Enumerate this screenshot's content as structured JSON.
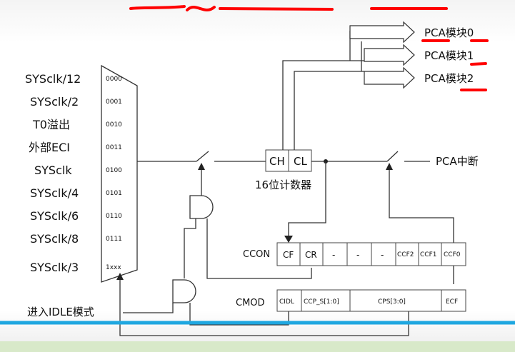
{
  "mux": {
    "inputs": [
      {
        "label": "SYSclk/12",
        "code": "0000"
      },
      {
        "label": "SYSclk/2",
        "code": "0001"
      },
      {
        "label": "T0溢出",
        "code": "0010"
      },
      {
        "label": "外部ECI",
        "code": "0011"
      },
      {
        "label": "SYSclk",
        "code": "0100"
      },
      {
        "label": "SYSclk/4",
        "code": "0101"
      },
      {
        "label": "SYSclk/6",
        "code": "0110"
      },
      {
        "label": "SYSclk/8",
        "code": "0111"
      },
      {
        "label": "SYSclk/3",
        "code": "1xxx"
      }
    ]
  },
  "counter": {
    "ch": "CH",
    "cl": "CL",
    "caption": "16位计数器"
  },
  "outputs": {
    "modules": [
      "PCA模块0",
      "PCA模块1",
      "PCA模块2"
    ],
    "interrupt": "PCA中断"
  },
  "ccon": {
    "name": "CCON",
    "bits": [
      "CF",
      "CR",
      "-",
      "-",
      "-",
      "CCF2",
      "CCF1",
      "CCF0"
    ]
  },
  "cmod": {
    "name": "CMOD",
    "bits": [
      "CIDL",
      "CCP_S[1:0]",
      "CPS[3:0]",
      "ECF"
    ]
  },
  "idle_label": "进入IDLE模式",
  "colors": {
    "annotation": "#ff0000",
    "overlay_line": "#1fa7e0",
    "wire": "#333333"
  }
}
